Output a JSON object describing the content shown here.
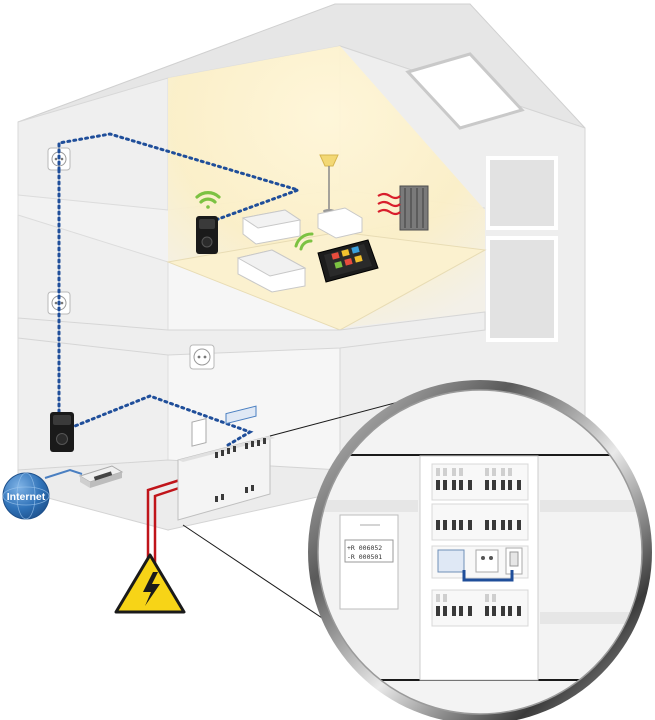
{
  "internet": {
    "label": "Internet"
  },
  "meter": {
    "line1": "+R 006052",
    "line2": "-R 000501"
  },
  "icons": {
    "hazard": "high-voltage-warning-icon",
    "wifi": "wifi-signal-icon",
    "tablet": "tablet-icon",
    "globe": "globe-icon",
    "plug": "powerline-adapter-icon",
    "socket": "wall-socket-icon",
    "radiator": "radiator-icon",
    "lamp": "floor-lamp-icon"
  },
  "colors": {
    "data_line": "#1f4e9a",
    "power_line": "#c0141a",
    "wifi": "#7cc242",
    "warning": "#f7d417",
    "heat": "#d81e2c",
    "lit_room": "#fbf3d6",
    "globe": "#2f72b8"
  }
}
